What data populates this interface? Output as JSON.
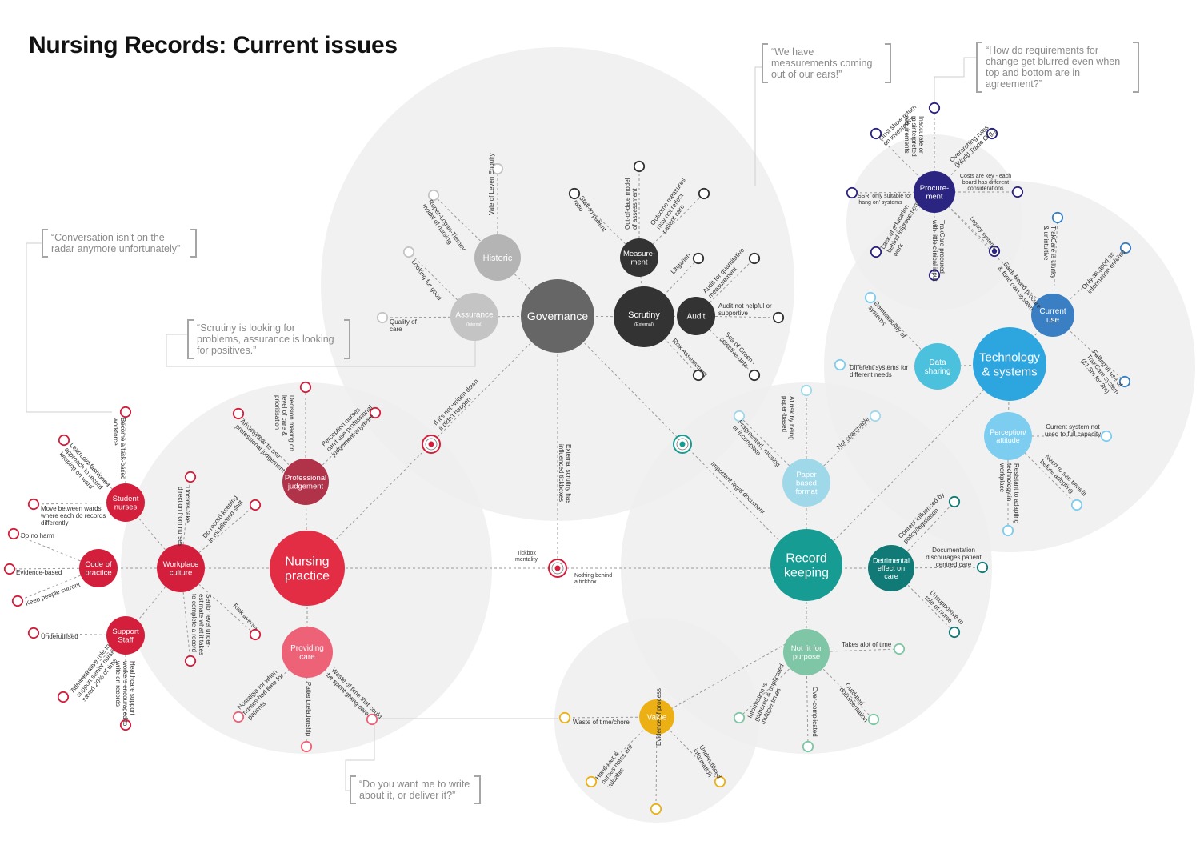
{
  "title": "Nursing Records: Current issues",
  "colors": {
    "bg_circle": "#efefef",
    "connector": "#999999",
    "governance": "#666666",
    "grey_light": "#c4c4c4",
    "grey_mid": "#a5a5a5",
    "dark": "#333333",
    "red": "#e32d44",
    "red_dark": "#b0334a",
    "red_light": "#ee6278",
    "red_node": "#d41f3c",
    "navy": "#2b2480",
    "blue": "#2da6e0",
    "blue_mid": "#3a7fc4",
    "cyan": "#4cc1de",
    "sky": "#7dcdf0",
    "teal": "#169c92",
    "teal_dark": "#127a76",
    "mint": "#7ec6a5",
    "paper": "#9fd9e9",
    "amber": "#ecb014"
  },
  "quotes": [
    "“We have measurements coming out of our ears!”",
    "“How do requirements for change get blurred even when top and bottom are in agreement?”",
    "“Conversation isn’t on the radar anymore unfortunately”",
    "“Scrutiny is looking for problems, assurance is looking for positives.”",
    "“Do you want me to write about it, or deliver it?”"
  ],
  "nodes": {
    "governance": "Governance",
    "historic": "Historic",
    "assurance": "Assurance",
    "assurance_sub": "(Internal)",
    "measurement": [
      "Measure-",
      "ment"
    ],
    "scrutiny": "Scrutiny",
    "scrutiny_sub": "(External)",
    "audit": "Audit",
    "nursing": [
      "Nursing",
      "practice"
    ],
    "professional": [
      "Professional",
      "judgement"
    ],
    "providing": [
      "Providing",
      "care"
    ],
    "workplace": [
      "Workplace",
      "culture"
    ],
    "student": [
      "Student",
      "nurses"
    ],
    "code": [
      "Code of",
      "practice"
    ],
    "support": [
      "Support",
      "Staff"
    ],
    "record": [
      "Record",
      "keeping"
    ],
    "paper": [
      "Paper",
      "based",
      "format"
    ],
    "detrimental": [
      "Detrimental",
      "effect on",
      "care"
    ],
    "notfit": [
      "Not fit for",
      "purpose"
    ],
    "value": "Value",
    "procurement": [
      "Procure-",
      "ment"
    ],
    "technology": [
      "Technology",
      "& systems"
    ],
    "currentuse": [
      "Current",
      "use"
    ],
    "datasharing": [
      "Data",
      "sharing"
    ],
    "perception": [
      "Perception/",
      "attitude"
    ]
  },
  "labels": {
    "hist_a": "Vale of Leven Enquiry",
    "hist_b": [
      "Roper-Logan-Tierney",
      "model of nursing"
    ],
    "assur_a": "Looking for good",
    "assur_b": [
      "Quality of",
      "care"
    ],
    "meas_a": [
      "Staff-to-patient",
      "ratio"
    ],
    "meas_b": [
      "Out-of-date model",
      "of assessment"
    ],
    "meas_c": [
      "Outcome measures",
      "may not reflect",
      "patient care"
    ],
    "scrut_a": "Litigation",
    "scrut_b": "Risk Assessment",
    "audit_a": [
      "Audit for quantitative",
      "measurement"
    ],
    "audit_b": [
      "Audit not helpful or",
      "supportive"
    ],
    "audit_c": [
      "Sea of Green -",
      "selective data"
    ],
    "gov_a": [
      "If it's not written down",
      "it didn't happen"
    ],
    "gov_b": [
      "External scrutiny has",
      "influenced tickboxes"
    ],
    "centre_a": [
      "Tickbox",
      "mentality"
    ],
    "centre_b": [
      "Nothing behind",
      "a tickbox"
    ],
    "legal": "Important legal document",
    "pj_a": [
      "Anxiety/fear to use",
      "professional judgement"
    ],
    "pj_b": [
      "Decision making on",
      "level of care &",
      "prioritisation"
    ],
    "pj_c": [
      "Perception nurses",
      "can't use professional",
      "judgement anymore"
    ],
    "pc_a": [
      "Nostalgia for when",
      "nurses had time for",
      "patients"
    ],
    "pc_b": "Patient relationship",
    "pc_c": [
      "Waste of time that could",
      "be spent giving care"
    ],
    "wc_a": [
      "Doctors take",
      "direction from nurses"
    ],
    "wc_b": [
      "Do record keeping",
      "in middle/end shift"
    ],
    "wc_c": "Risk averse",
    "wc_d": [
      "Senior level under-",
      "estimate what it takes",
      "to complete a record"
    ],
    "sn_a": [
      "Become a task-based",
      "workforce"
    ],
    "sn_b": [
      "Learn old-fashioned",
      "approach to record",
      "keeping on ward"
    ],
    "sn_c": [
      "Move between wards",
      "where each do records",
      "differently"
    ],
    "cp_a": "Do no harm",
    "cp_b": "Evidence-based",
    "cp_c": "Keep people current",
    "ss_a": "Underutilised",
    "ss_b": [
      "Administrative role to",
      "support senior nurse",
      "saved 20% of time"
    ],
    "ss_c": [
      "Healthcare support",
      "workers encouraged to",
      "write on records"
    ],
    "pb_a": [
      "At risk by being",
      "paper-based"
    ],
    "pb_b": [
      "Fragmented, missing",
      "or incomplete"
    ],
    "pb_c": "Not searchable",
    "det_a": [
      "Content influenced by",
      "policy/legislation"
    ],
    "det_b": [
      "Documentation",
      "discourages patient",
      "centred care"
    ],
    "det_c": [
      "Unsupportive to",
      "role of nurse"
    ],
    "nf_a": "Takes alot of time",
    "nf_b": [
      "Information is",
      "gathered & duplicated",
      "multiple times"
    ],
    "nf_c": "Over-complicated",
    "nf_d": [
      "Outdated",
      "documentation"
    ],
    "val_a": "Waste of time/chore",
    "val_b": [
      "Handover &",
      "nurses notes are",
      "valuable"
    ],
    "val_c": "Evidence of process",
    "val_d": [
      "Underutilised",
      "information"
    ],
    "pr_a": [
      "Inaccurate or",
      "misinterpreted",
      "requirements"
    ],
    "pr_b": [
      "Must show return",
      "on investment"
    ],
    "pr_c": [
      "Overarching rules",
      "(World Trade Org.)"
    ],
    "pr_d": [
      "Costs are key - each",
      "board has different",
      "considerations"
    ],
    "pr_e": [
      "SSRI only suitable for",
      "'hang on' systems"
    ],
    "pr_f": [
      "Lack of education",
      "behind improvement",
      "work"
    ],
    "pr_g": [
      "TrakCare procured",
      "with little clinical input"
    ],
    "pr_h": "Legacy systems",
    "cu_a": [
      "TrakCare is clunky",
      "& unintuitive"
    ],
    "cu_b": [
      "Only as good as",
      "information entered"
    ],
    "cu_c": [
      "Each Board procure",
      "& fund own system"
    ],
    "cu_d": [
      "Falling in use of",
      "TrakCare system",
      "(£1.5m for 3m)"
    ],
    "ds_a": [
      "Compatability of",
      "systems"
    ],
    "ds_b": [
      "Different systems for",
      "different needs"
    ],
    "pa_a": [
      "Current system not",
      "used to full capacity"
    ],
    "pa_b": [
      "Need to see benefit",
      "before adopting"
    ],
    "pa_c": [
      "Resistant to adapting",
      "technology in",
      "workplace"
    ]
  }
}
